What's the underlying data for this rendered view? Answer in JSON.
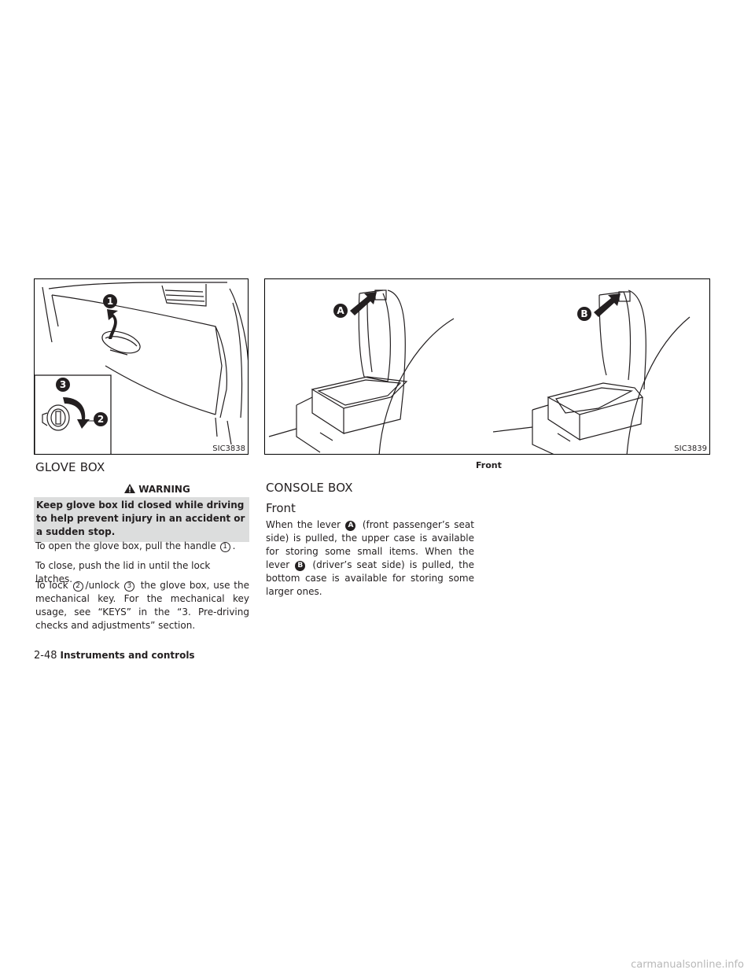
{
  "glove_figure": {
    "code": "SIC3838",
    "callouts": [
      "1",
      "2",
      "3"
    ]
  },
  "console_figure": {
    "code": "SIC3839",
    "caption": "Front",
    "callouts": [
      "A",
      "B"
    ]
  },
  "glove_box": {
    "heading": "GLOVE BOX",
    "warning_label": "WARNING",
    "warning_text": "Keep glove box lid closed while driving to help prevent injury in an accident or a sudden stop.",
    "p1_before": "To open the glove box, pull the handle",
    "p1_ref": "1",
    "p1_after": ".",
    "p2": "To close, push the lid in until the lock latches.",
    "p3_a": "To lock",
    "p3_ref1": "2",
    "p3_b": "/unlock",
    "p3_ref2": "3",
    "p3_c": "the glove box, use the mechanical key. For the mechanical key usage, see “KEYS” in the “3. Pre-driving checks and adjustments” section."
  },
  "console_box": {
    "heading": "CONSOLE BOX",
    "subheading": "Front",
    "p_a": "When the lever",
    "ref_a": "A",
    "p_b": "(front passenger’s seat side) is pulled, the upper case is available for storing some small items. When the lever",
    "ref_b": "B",
    "p_c": "(driver’s seat side) is pulled, the bottom case is available for storing some larger ones."
  },
  "footer": {
    "page_number": "2-48",
    "section": "Instruments and controls"
  },
  "watermark": "carmanualsonline.info"
}
